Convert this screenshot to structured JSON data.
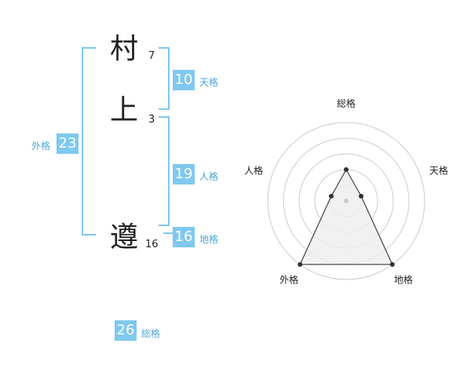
{
  "name": {
    "chars": [
      {
        "char": "村",
        "strokes": "7"
      },
      {
        "char": "上",
        "strokes": "3"
      },
      {
        "char": "遵",
        "strokes": "16"
      }
    ]
  },
  "kaku": {
    "tenkaku": {
      "value": "10",
      "label": "天格"
    },
    "jinkaku": {
      "value": "19",
      "label": "人格"
    },
    "chikaku": {
      "value": "16",
      "label": "地格"
    },
    "gaikaku": {
      "value": "23",
      "label": "外格"
    },
    "soukaku": {
      "value": "26",
      "label": "総格"
    }
  },
  "chart_data": {
    "type": "radar",
    "axes": [
      "総格",
      "天格",
      "地格",
      "外格",
      "人格"
    ],
    "values": [
      2,
      1,
      5,
      5,
      1
    ],
    "rmax": 5,
    "rings": 5,
    "grid": true,
    "colors": {
      "line": "#222222",
      "fill": "#eeeeee",
      "grid": "#cccccc",
      "point": "#333333"
    }
  }
}
